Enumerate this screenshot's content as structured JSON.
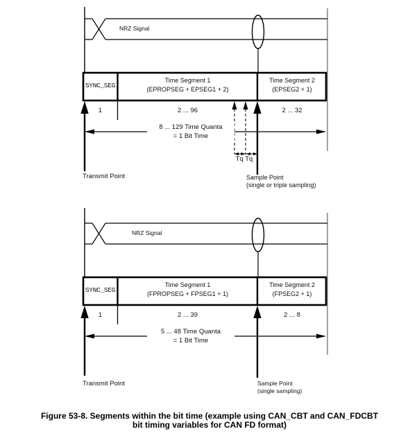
{
  "caption": {
    "line1": "Figure 53-8. Segments within the bit time (example using CAN_CBT and CAN_FDCBT",
    "line2": "bit timing variables for CAN FD format)"
  },
  "colors": {
    "line_black": "#000000",
    "boundary_grey": "#8c8c8c"
  },
  "diagrams": {
    "top": {
      "nrz_signal_label": "NRZ Signal",
      "sync_seg_label": "SYNC_SEG",
      "ts1_title": "Time Segment 1",
      "ts1_formula": "(EPROPSEG + EPSEG1 + 2)",
      "ts2_title": "Time Segment 2",
      "ts2_formula": "(EPSEG2 + 1)",
      "sync_quanta": "1",
      "ts1_quanta": "2 ... 96",
      "ts2_quanta": "2 ... 32",
      "total_quanta_line1": "8 ... 129 Time Quanta",
      "total_quanta_line2": "= 1 Bit Time",
      "tq_labels": "Tq Tq",
      "transmit_point_label": "Transmit Point",
      "sample_point_line1": "Sample Point",
      "sample_point_line2": "(single or triple sampling)"
    },
    "bottom": {
      "nrz_signal_label": "NRZ Signal",
      "sync_seg_label": "SYNC_SEG",
      "ts1_title": "Time Segment 1",
      "ts1_formula": "(FPROPSEG + FPSEG1 + 1)",
      "ts2_title": "Time Segment 2",
      "ts2_formula": "(FPSEG2 + 1)",
      "sync_quanta": "1",
      "ts1_quanta": "2 ... 39",
      "ts2_quanta": "2 ... 8",
      "total_quanta_line1": "5 ... 48 Time Quanta",
      "total_quanta_line2": "= 1 Bit Time",
      "transmit_point_label": "Transmit Point",
      "sample_point_line1": "Sample Point",
      "sample_point_line2": "(single sampling)"
    }
  }
}
